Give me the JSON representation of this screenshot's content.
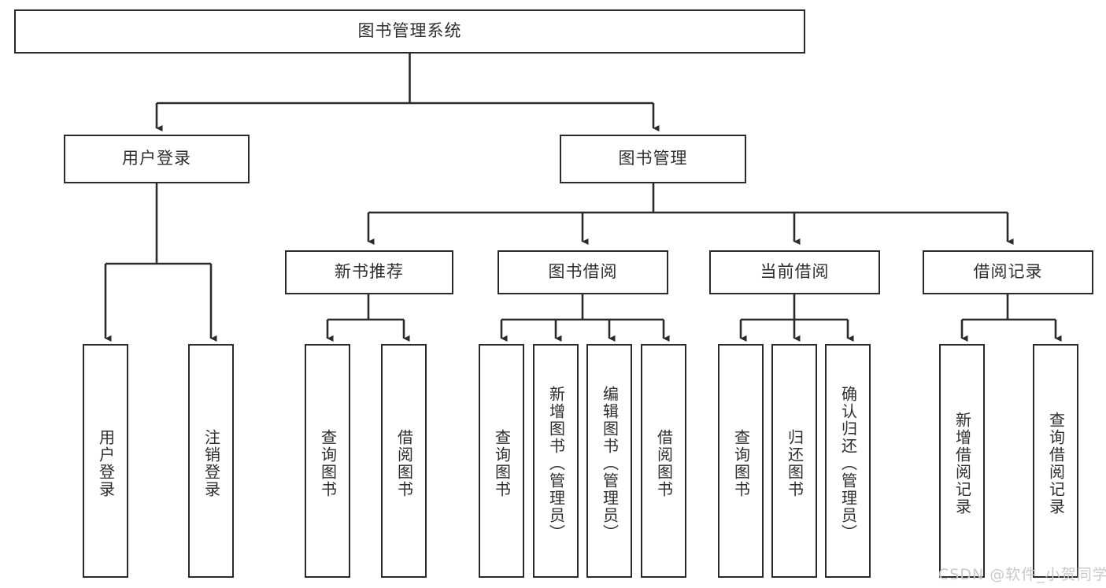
{
  "diagram": {
    "type": "tree-hierarchy-chart",
    "title": "图书管理系统",
    "watermark": "CSDN @软件_小贺同学",
    "colors": {
      "border": "#2b2b2b",
      "box_fill": "#ffffff",
      "text": "#2e2e2e",
      "connector": "#2b2b2b",
      "watermark": "#c9c9c9",
      "background": "#ffffff"
    },
    "nodes": {
      "root": {
        "label": "图书管理系统",
        "level": 1,
        "orientation": "horizontal"
      },
      "user_login": {
        "label": "用户登录",
        "level": 2,
        "orientation": "horizontal"
      },
      "book_manage": {
        "label": "图书管理",
        "level": 2,
        "orientation": "horizontal"
      },
      "new_book_rec": {
        "label": "新书推荐",
        "level": 3,
        "orientation": "horizontal"
      },
      "book_borrow": {
        "label": "图书借阅",
        "level": 3,
        "orientation": "horizontal"
      },
      "current_borrow": {
        "label": "当前借阅",
        "level": 3,
        "orientation": "horizontal"
      },
      "borrow_record": {
        "label": "借阅记录",
        "level": 3,
        "orientation": "horizontal"
      },
      "leaf_user_login": {
        "label": "用户登录",
        "level": 4,
        "orientation": "vertical"
      },
      "leaf_logout": {
        "label": "注销登录",
        "level": 4,
        "orientation": "vertical"
      },
      "leaf_query_book_1": {
        "label": "查询图书",
        "level": 4,
        "orientation": "vertical"
      },
      "leaf_borrow_book_1": {
        "label": "借阅图书",
        "level": 4,
        "orientation": "vertical"
      },
      "leaf_query_book_2": {
        "label": "查询图书",
        "level": 4,
        "orientation": "vertical"
      },
      "leaf_add_book": {
        "label": "新增图书（管理员）",
        "level": 4,
        "orientation": "vertical"
      },
      "leaf_edit_book": {
        "label": "编辑图书（管理员）",
        "level": 4,
        "orientation": "vertical"
      },
      "leaf_borrow_book_2": {
        "label": "借阅图书",
        "level": 4,
        "orientation": "vertical"
      },
      "leaf_query_book_3": {
        "label": "查询图书",
        "level": 4,
        "orientation": "vertical"
      },
      "leaf_return_book": {
        "label": "归还图书",
        "level": 4,
        "orientation": "vertical"
      },
      "leaf_confirm_return": {
        "label": "确认归还（管理员）",
        "level": 4,
        "orientation": "vertical"
      },
      "leaf_add_record": {
        "label": "新增借阅记录",
        "level": 4,
        "orientation": "vertical"
      },
      "leaf_query_record": {
        "label": "查询借阅记录",
        "level": 4,
        "orientation": "vertical"
      }
    },
    "edges": [
      {
        "from": "root",
        "to": "user_login"
      },
      {
        "from": "root",
        "to": "book_manage"
      },
      {
        "from": "user_login",
        "to": "leaf_user_login"
      },
      {
        "from": "user_login",
        "to": "leaf_logout"
      },
      {
        "from": "book_manage",
        "to": "new_book_rec"
      },
      {
        "from": "book_manage",
        "to": "book_borrow"
      },
      {
        "from": "book_manage",
        "to": "current_borrow"
      },
      {
        "from": "book_manage",
        "to": "borrow_record"
      },
      {
        "from": "new_book_rec",
        "to": "leaf_query_book_1"
      },
      {
        "from": "new_book_rec",
        "to": "leaf_borrow_book_1"
      },
      {
        "from": "book_borrow",
        "to": "leaf_query_book_2"
      },
      {
        "from": "book_borrow",
        "to": "leaf_add_book"
      },
      {
        "from": "book_borrow",
        "to": "leaf_edit_book"
      },
      {
        "from": "book_borrow",
        "to": "leaf_borrow_book_2"
      },
      {
        "from": "current_borrow",
        "to": "leaf_query_book_3"
      },
      {
        "from": "current_borrow",
        "to": "leaf_return_book"
      },
      {
        "from": "current_borrow",
        "to": "leaf_confirm_return"
      },
      {
        "from": "borrow_record",
        "to": "leaf_add_record"
      },
      {
        "from": "borrow_record",
        "to": "leaf_query_record"
      }
    ]
  }
}
